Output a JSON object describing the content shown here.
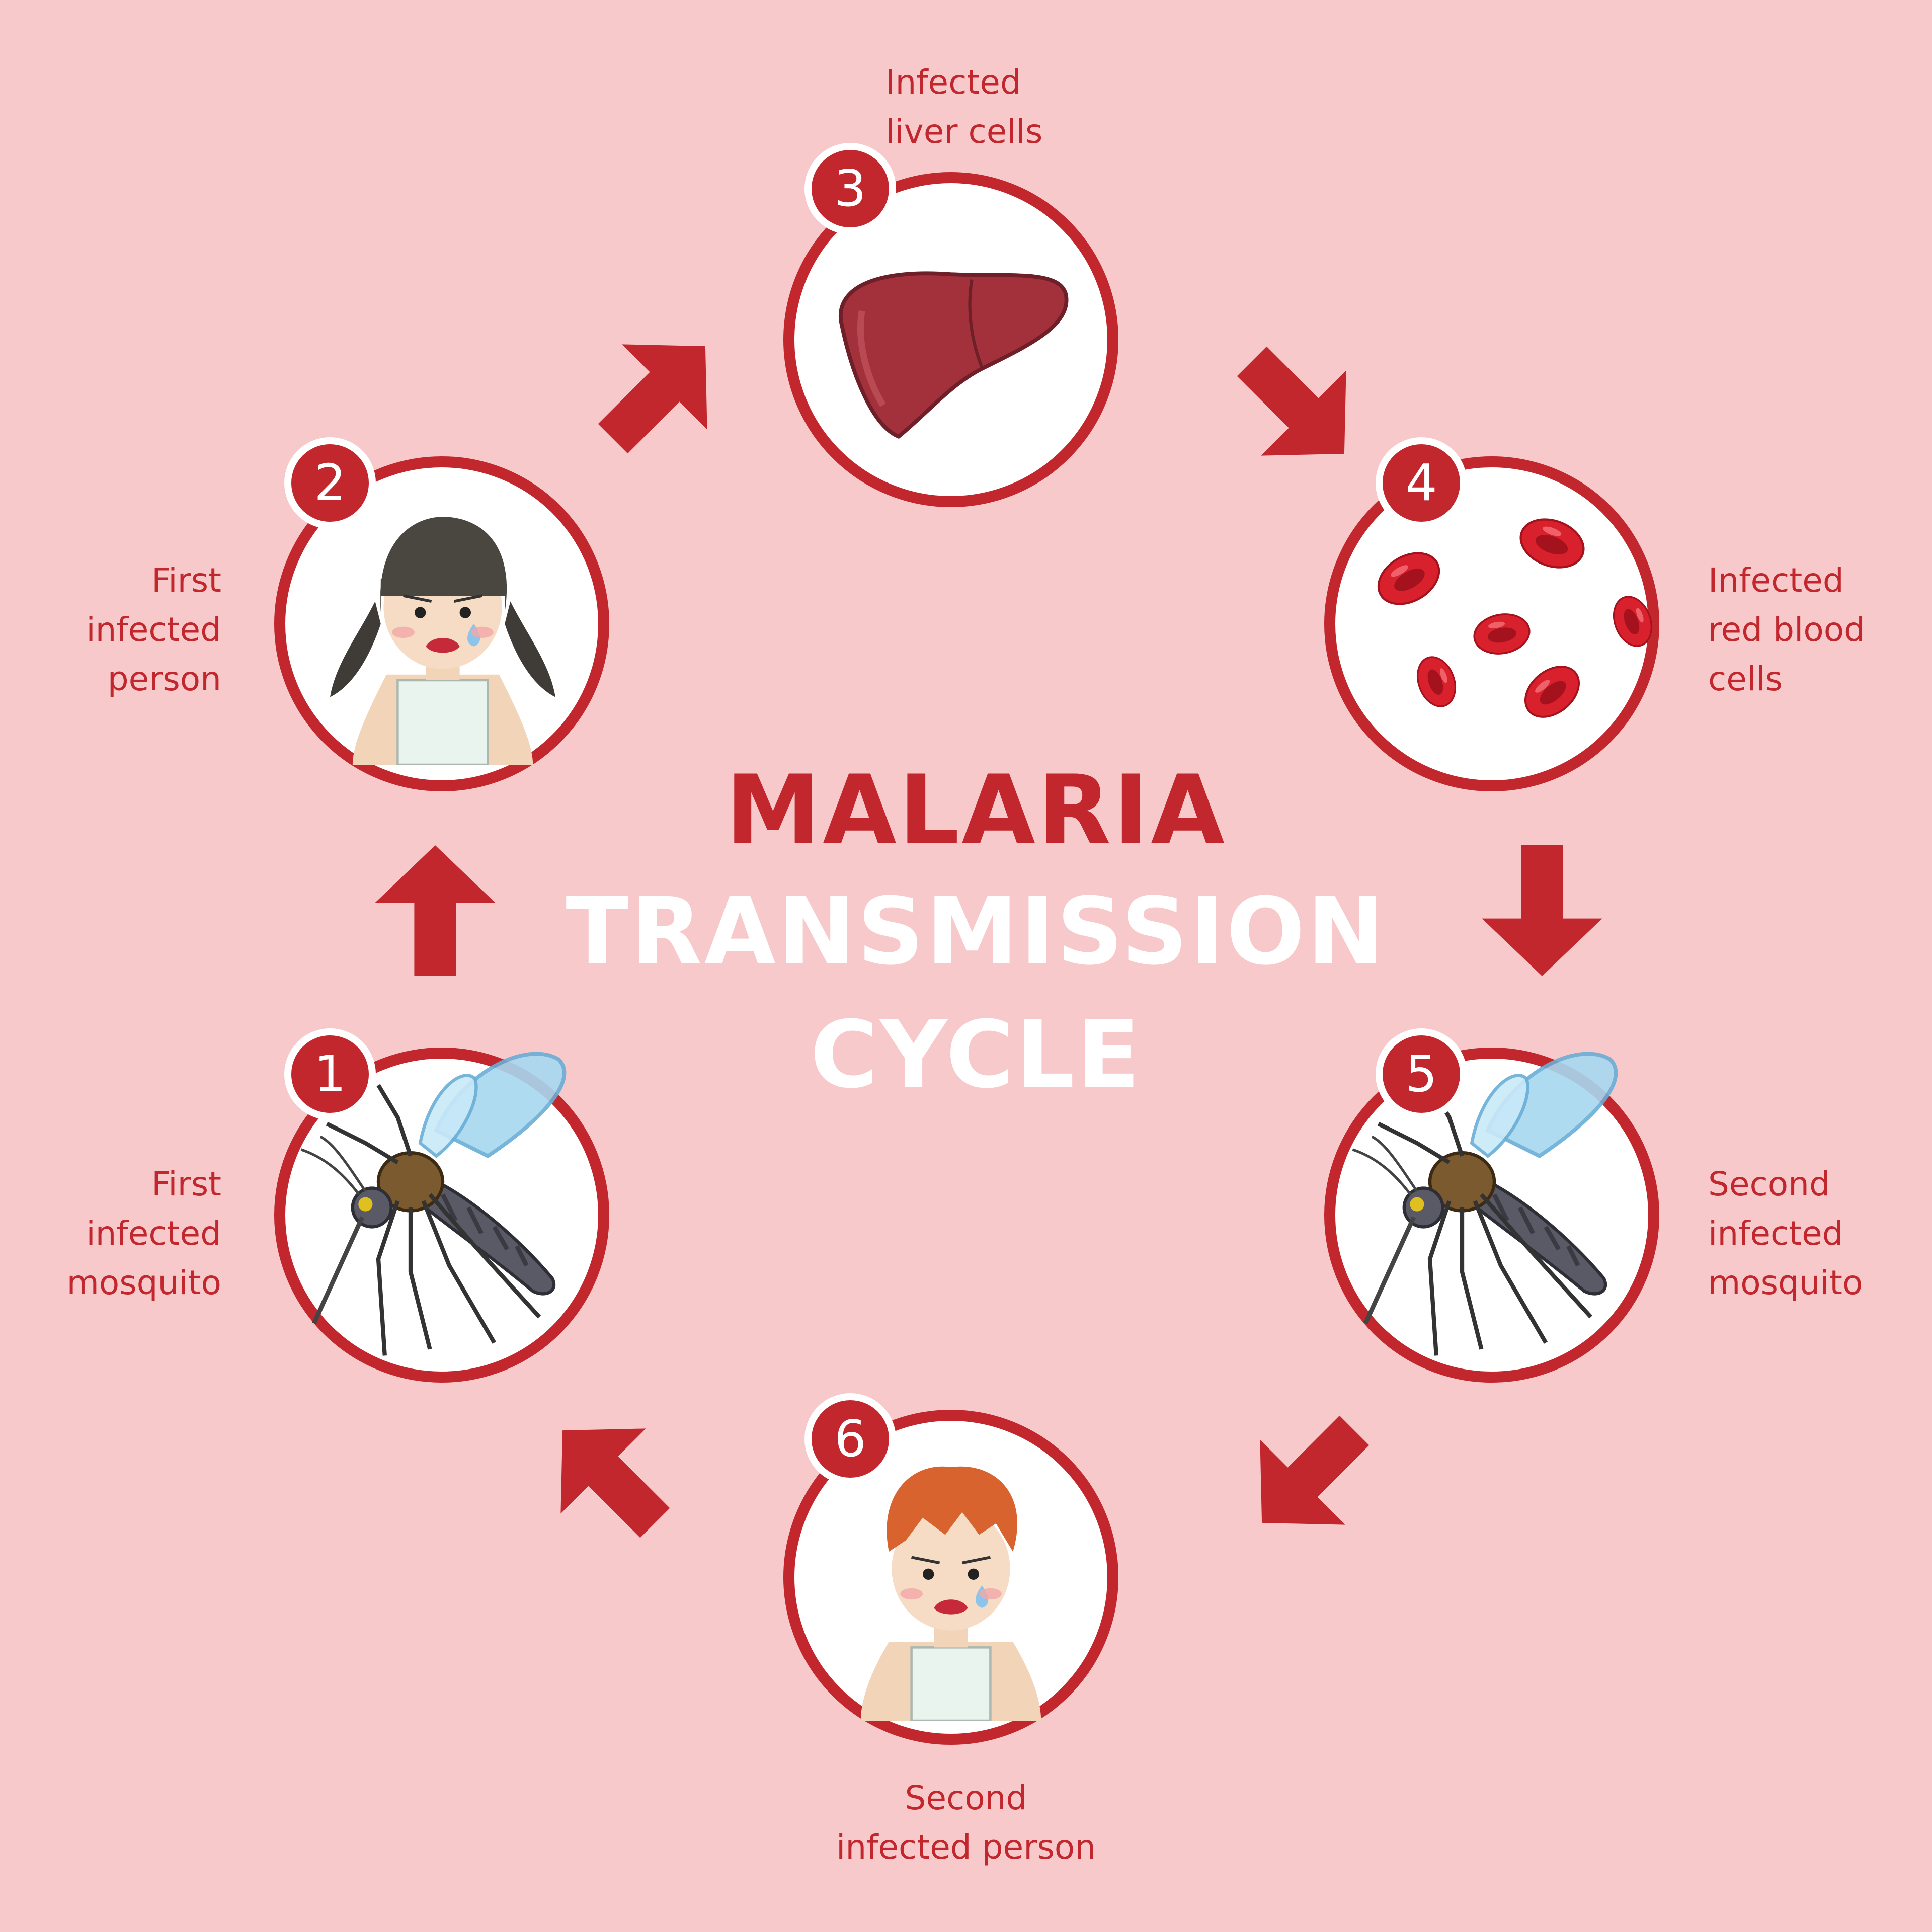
{
  "title": {
    "line1": "MALARIA",
    "line2": "TRANSMISSION",
    "line3": "CYCLE"
  },
  "colors": {
    "background": "#f7c9cb",
    "accent": "#c1272d",
    "circle_fill": "#ffffff",
    "title_second": "#ffffff"
  },
  "steps": [
    {
      "number": "1",
      "label": "First\ninfected\nmosquito",
      "icon": "mosquito-icon"
    },
    {
      "number": "2",
      "label": "First\ninfected\nperson",
      "icon": "girl-icon"
    },
    {
      "number": "3",
      "label": "Infected\nliver cells",
      "icon": "liver-icon"
    },
    {
      "number": "4",
      "label": "Infected\nred blood\ncells",
      "icon": "red-blood-cells-icon"
    },
    {
      "number": "5",
      "label": "Second\ninfected\nmosquito",
      "icon": "mosquito-icon"
    },
    {
      "number": "6",
      "label": "Second\ninfected person",
      "icon": "boy-icon"
    }
  ]
}
